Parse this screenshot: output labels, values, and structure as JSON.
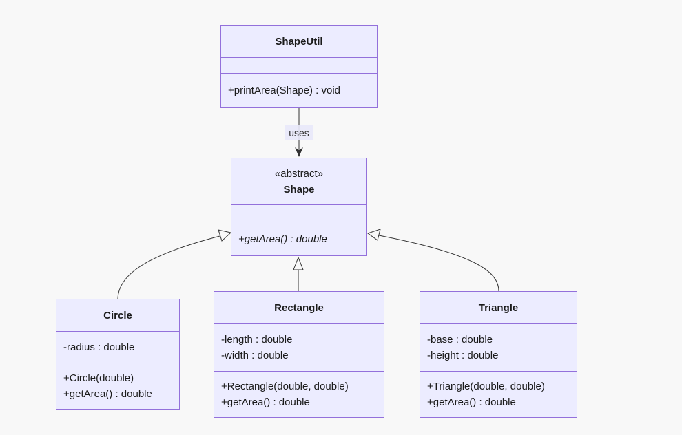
{
  "diagram_type": "uml-class-diagram",
  "colors": {
    "background": "#F8F8F8",
    "node_fill": "#ECECFF",
    "node_border": "#9370DB",
    "edge_line": "#333333",
    "text": "#1B1B1B",
    "edge_label_background": "#E8E8FA"
  },
  "classes": [
    {
      "name": "ShapeUtil",
      "stereotype": "",
      "attributes": [],
      "methods": [
        "+printArea(Shape) : void"
      ]
    },
    {
      "name": "Shape",
      "stereotype": "«abstract»",
      "attributes": [],
      "methods": [
        "+getArea() : double"
      ],
      "methods_style": "italic"
    },
    {
      "name": "Circle",
      "stereotype": "",
      "attributes": [
        "-radius : double"
      ],
      "methods": [
        "+Circle(double)",
        "+getArea() : double"
      ]
    },
    {
      "name": "Rectangle",
      "stereotype": "",
      "attributes": [
        "-length : double",
        "-width : double"
      ],
      "methods": [
        "+Rectangle(double, double)",
        "+getArea() : double"
      ]
    },
    {
      "name": "Triangle",
      "stereotype": "",
      "attributes": [
        "-base : double",
        "-height : double"
      ],
      "methods": [
        "+Triangle(double, double)",
        "+getArea() : double"
      ]
    }
  ],
  "relationships": [
    {
      "from": "ShapeUtil",
      "to": "Shape",
      "type": "dependency",
      "label": "uses"
    },
    {
      "from": "Circle",
      "to": "Shape",
      "type": "inheritance",
      "label": ""
    },
    {
      "from": "Rectangle",
      "to": "Shape",
      "type": "inheritance",
      "label": ""
    },
    {
      "from": "Triangle",
      "to": "Shape",
      "type": "inheritance",
      "label": ""
    }
  ]
}
